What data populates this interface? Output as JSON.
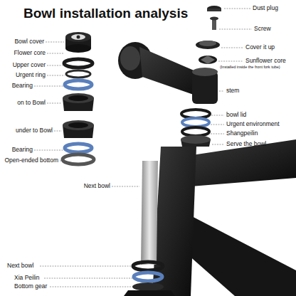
{
  "diagram": {
    "title": "Bowl installation analysis",
    "labels": [
      "Bowl cover",
      "Flower core",
      "Upper cover",
      "Urgent ring",
      "Bearing",
      "on to Bowl",
      "under to Bowl",
      "Bearing",
      "Open-ended bottom",
      "Dust plug",
      "Screw",
      "Cover it up",
      "Sunflower core",
      "(Installed inside the front fork tube)",
      "stem",
      "bowl lid",
      "Urgent environment",
      "Shangpeilin",
      "Serve the bowl",
      "Next bowl",
      "Next bowl",
      "Xia Peilin",
      "Bottom gear"
    ]
  }
}
